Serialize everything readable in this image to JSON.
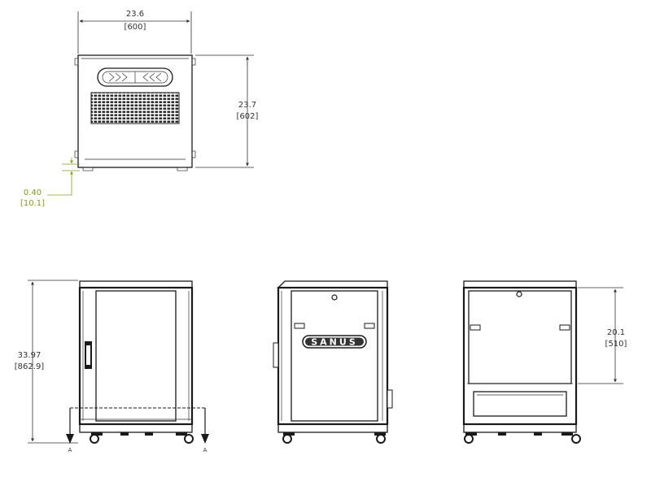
{
  "top_view": {
    "width_in": "23.6",
    "width_mm": "[600]",
    "depth_in": "23.7",
    "depth_mm": "[602]",
    "offset_in": "0.40",
    "offset_mm": "[10.1]"
  },
  "front_view": {
    "height_in": "33.97",
    "height_mm": "[862.9]",
    "section_left": "A",
    "section_right": "A"
  },
  "side_view": {
    "logo_text": "SANUS"
  },
  "rear_view": {
    "height_in": "20.1",
    "height_mm": "[510]"
  },
  "colors": {
    "line": "#1a1a1a",
    "dimension": "#333333",
    "accent_dimension": "#8a9a1a"
  }
}
